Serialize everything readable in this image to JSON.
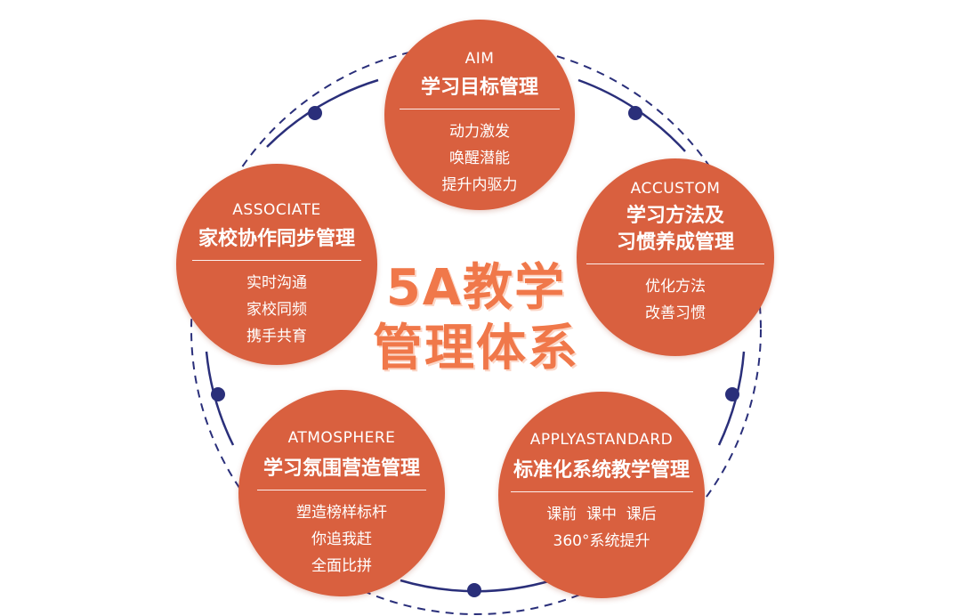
{
  "center": {
    "line1": "5A教学",
    "line2": "管理体系"
  },
  "colors": {
    "circle_fill": "#d9603f",
    "title_orange": "#f0784a",
    "ring_navy": "#2a2f7a"
  },
  "nodes": [
    {
      "en": "AIM",
      "zh": [
        "学习目标管理"
      ],
      "items": [
        "动力激发",
        "唤醒潜能",
        "提升内驱力"
      ]
    },
    {
      "en": "ACCUSTOM",
      "zh": [
        "学习方法及",
        "习惯养成管理"
      ],
      "items": [
        "优化方法",
        "改善习惯"
      ]
    },
    {
      "en": "APPLYASTANDARD",
      "zh": [
        "标准化系统教学管理"
      ],
      "items": [
        "课前  课中  课后",
        "360°系统提升"
      ]
    },
    {
      "en": "ATMOSPHERE",
      "zh": [
        "学习氛围营造管理"
      ],
      "items": [
        "塑造榜样标杆",
        "你追我赶",
        "全面比拼"
      ]
    },
    {
      "en": "ASSOCIATE",
      "zh": [
        "家校协作同步管理"
      ],
      "items": [
        "实时沟通",
        "家校同频",
        "携手共育"
      ]
    }
  ]
}
